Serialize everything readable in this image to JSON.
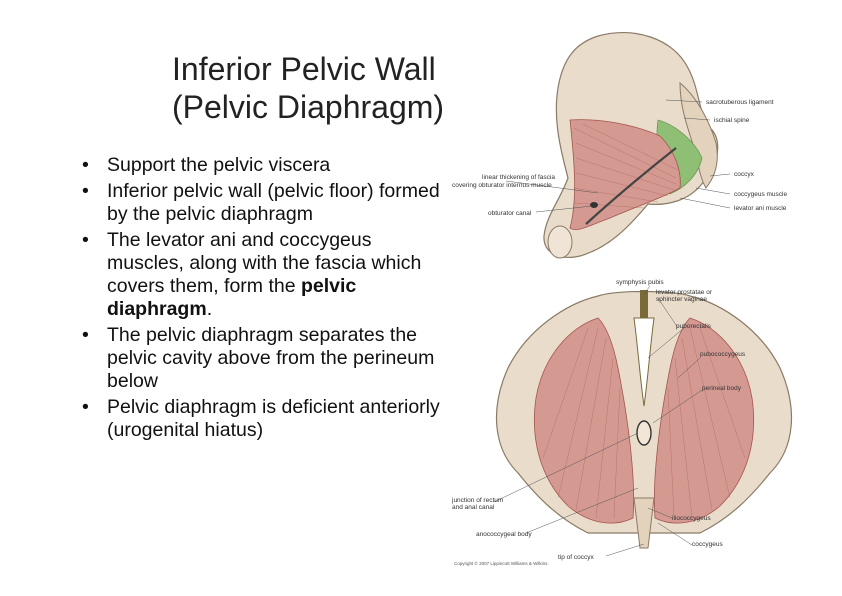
{
  "title": {
    "line1": "Inferior Pelvic Wall",
    "line2": "(Pelvic Diaphragm)"
  },
  "bullets": [
    {
      "text": "Support the pelvic viscera"
    },
    {
      "text": "Inferior pelvic wall (pelvic floor) formed by the pelvic diaphragm"
    },
    {
      "pre": "The levator ani and coccygeus muscles, along with the fascia which covers them, form the ",
      "bold": "pelvic diaphragm",
      "post": "."
    },
    {
      "text": "The pelvic diaphragm separates the pelvic cavity above from the perineum below"
    },
    {
      "text": "Pelvic diaphragm is deficient anteriorly (urogenital hiatus)"
    }
  ],
  "figure_top_labels": {
    "sacrotuberous": "sacrotuberous ligament",
    "ischial_spine": "ischial spine",
    "linear_line1": "linear thickening of fascia",
    "linear_line2": "covering obturator internus muscle",
    "coccyx": "coccyx",
    "coccygeus_muscle": "coccygeus muscle",
    "obturator_canal": "obturator canal",
    "levator_ani": "levator ani muscle"
  },
  "figure_bottom_labels": {
    "symphysis": "symphysis pubis",
    "levator_prostatae_1": "levator prostatae or",
    "levator_prostatae_2": "sphincter vaginae",
    "puborectalis": "puborectalis",
    "pubococcygeus": "pubococcygeus",
    "perineal_body": "perineal body",
    "junction_1": "junction of rectum",
    "junction_2": "and anal canal",
    "anococcygeal": "anococcygeal body",
    "iliococcygeus": "iliococcygeus",
    "coccygeus": "coccygeus",
    "tip_coccyx": "tip of coccyx",
    "copyright": "Copyright © 2007 Lippincott Williams & Wilkins."
  },
  "colors": {
    "bone": "#e9dccb",
    "bone_edge": "#8a7a66",
    "muscle": "#d49a92",
    "muscle_dark": "#a5544c",
    "ligament": "#8fbf75"
  }
}
